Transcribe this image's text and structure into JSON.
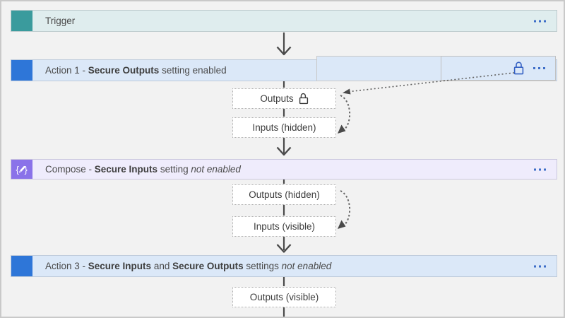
{
  "colors": {
    "canvas_background": "#F2F2F2",
    "canvas_border": "#C9C9C9",
    "trigger_accent": "#3A9B9D",
    "trigger_background": "#DFEDEE",
    "action_accent": "#2E76D8",
    "action_background": "#DBE8F8",
    "compose_accent": "#8A72E9",
    "compose_background": "#EFECFC",
    "ellipsis_blue": "#3E6EC8",
    "lock_blue": "#3662C4",
    "annotation_box_border": "#ADADAD",
    "connector_gray": "#4A4A4A"
  },
  "icons": {
    "trigger": "teal-square-icon",
    "action": "blue-square-icon",
    "compose": "curly-braces-pencil-icon",
    "lock": "padlock-icon",
    "more_options": "ellipsis-icon"
  },
  "nodes": {
    "trigger": {
      "label": "Trigger"
    },
    "action1": {
      "prefix": "Action 1 - ",
      "bold": "Secure Outputs",
      "suffix": " setting enabled"
    },
    "compose": {
      "prefix": "Compose - ",
      "bold": "Secure Inputs",
      "mid": " setting ",
      "italic": "not enabled"
    },
    "action3": {
      "prefix": "Action 3 - ",
      "bold1": "Secure Inputs",
      "mid1": " and ",
      "bold2": "Secure Outputs",
      "mid2": " settings ",
      "italic": "not enabled"
    }
  },
  "annotations": {
    "action1_outputs": "Outputs",
    "action1_inputs": "Inputs (hidden)",
    "compose_outputs": "Outputs (hidden)",
    "compose_inputs": "Inputs (visible)",
    "action3_outputs": "Outputs (visible)"
  }
}
